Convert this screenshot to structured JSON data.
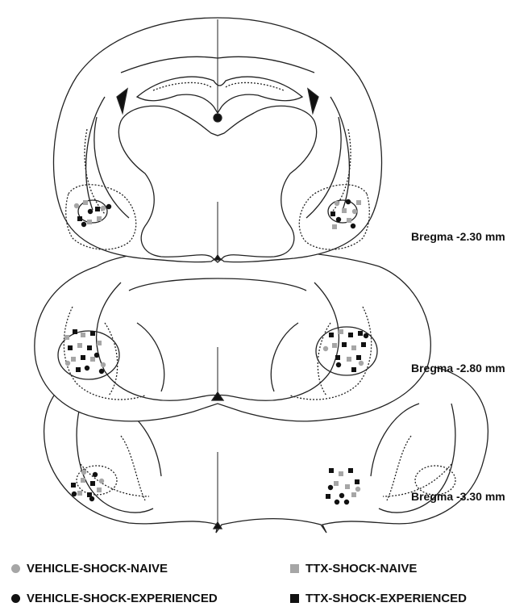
{
  "sections": [
    {
      "label": "Bregma -2.30 mm"
    },
    {
      "label": "Bregma -2.80 mm"
    },
    {
      "label": "Bregma -3.30 mm"
    }
  ],
  "legend": [
    {
      "label": "VEHICLE-SHOCK-NAIVE",
      "shape": "circle",
      "color": "#a6a6a6"
    },
    {
      "label": "TTX-SHOCK-NAIVE",
      "shape": "square",
      "color": "#a6a6a6"
    },
    {
      "label": "VEHICLE-SHOCK-EXPERIENCED",
      "shape": "circle",
      "color": "#111111"
    },
    {
      "label": "TTX-SHOCK-EXPERIENCED",
      "shape": "square",
      "color": "#111111"
    }
  ]
}
